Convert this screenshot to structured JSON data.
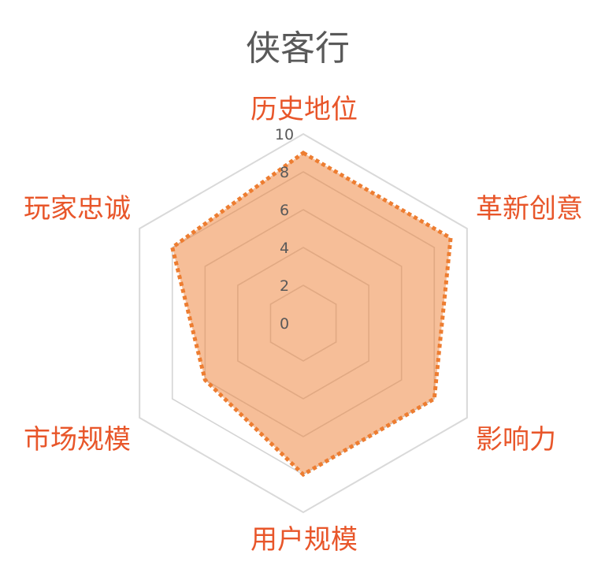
{
  "chart_data": {
    "type": "radar",
    "title": "侠客行",
    "categories": [
      "历史地位",
      "革新创意",
      "影响力",
      "用户规模",
      "市场规模",
      "玩家忠诚"
    ],
    "series": [
      {
        "values": [
          9,
          9,
          8,
          8,
          6,
          8
        ]
      }
    ],
    "r_range": [
      0,
      10
    ],
    "r_ticks": [
      "0",
      "2",
      "4",
      "6",
      "8",
      "10"
    ],
    "grid": true,
    "colors": {
      "area": "#ed7d31",
      "category_label": "#e8562a",
      "title": "#595959",
      "grid": "#d4d4d4"
    }
  }
}
